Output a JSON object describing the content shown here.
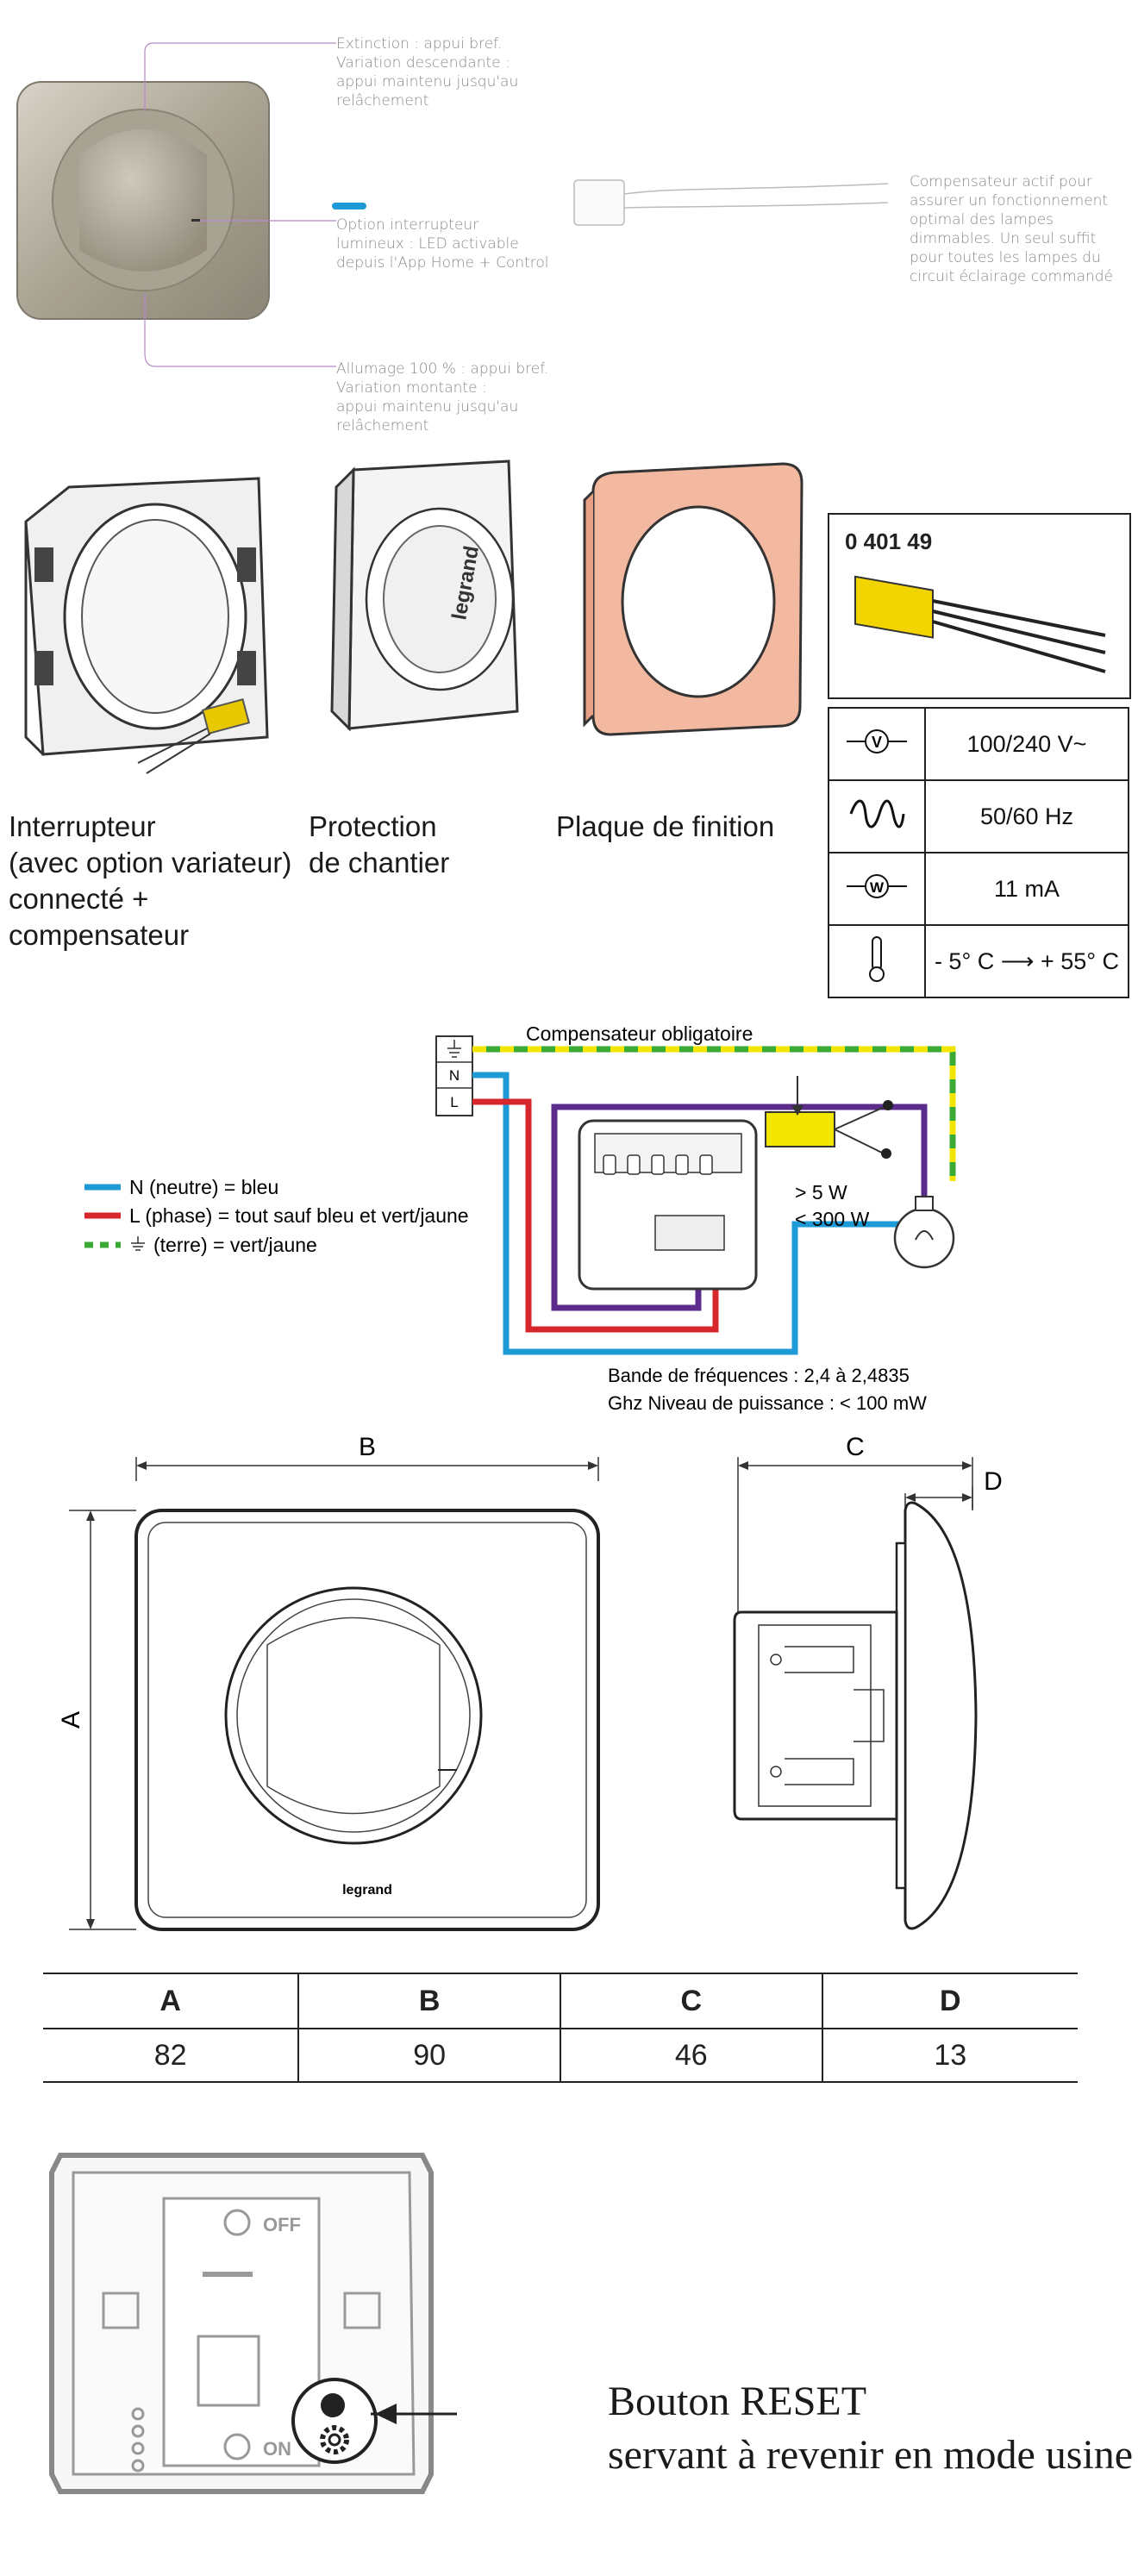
{
  "annotations": {
    "top_line1": "Extinction : appui bref.",
    "top_line2": "Variation descendante :",
    "top_line3": "appui maintenu jusqu'au",
    "top_line4": "relâchement",
    "mid_line1": "Option interrupteur",
    "mid_line2": "lumineux : LED activable",
    "mid_line3": "depuis l'App Home + Control",
    "bottom_line1": "Allumage 100 % : appui bref.",
    "bottom_line2": "Variation montante :",
    "bottom_line3": "appui maintenu jusqu'au",
    "bottom_line4": "relâchement",
    "comp_line1": "Compensateur actif pour",
    "comp_line2": "assurer un fonctionnement",
    "comp_line3": "optimal des lampes",
    "comp_line4": "dimmables. Un seul suffit",
    "comp_line5": "pour toutes les lampes du",
    "comp_line6": "circuit éclairage commandé"
  },
  "brand": {
    "logo_text": "legrand"
  },
  "products": [
    {
      "lines": [
        "Interrupteur",
        "(avec option variateur)",
        "connecté +",
        "compensateur"
      ]
    },
    {
      "lines": [
        "Protection",
        "de chantier"
      ]
    },
    {
      "lines": [
        "Plaque de finition"
      ]
    }
  ],
  "compensator_ref": "0 401 49",
  "specs": [
    {
      "symbol": "V",
      "value": "100/240 V~"
    },
    {
      "symbol": "freq",
      "value": "50/60 Hz"
    },
    {
      "symbol": "W",
      "value": "11 mA"
    },
    {
      "symbol": "temp",
      "value": "- 5° C ⟶ + 55° C"
    }
  ],
  "wiring": {
    "title": "Compensateur obligatoire",
    "terminal_n": "N",
    "terminal_l": "L",
    "load_min": "> 5 W",
    "load_max": "< 300 W",
    "freq_band": "Bande de fréquences : 2,4 à 2,4835",
    "power_level": "Ghz Niveau de puissance : < 100 mW",
    "legend": [
      {
        "label": "N (neutre) = bleu",
        "color": "#1e9ad6"
      },
      {
        "label": "L (phase) = tout sauf bleu et vert/jaune",
        "color": "#d7262c"
      },
      {
        "label": "(terre) = vert/jaune",
        "color": "#3aaa35"
      }
    ],
    "purple": "#5b2c8c",
    "yellow": "#f2e500"
  },
  "dimensions": {
    "labels": [
      "A",
      "B",
      "C",
      "D"
    ],
    "headers": [
      "A",
      "B",
      "C",
      "D"
    ],
    "values": [
      "82",
      "90",
      "46",
      "13"
    ]
  },
  "reset": {
    "line1": "Bouton RESET",
    "line2": "servant à revenir en mode usine",
    "off_label": "OFF",
    "on_label": "ON"
  }
}
